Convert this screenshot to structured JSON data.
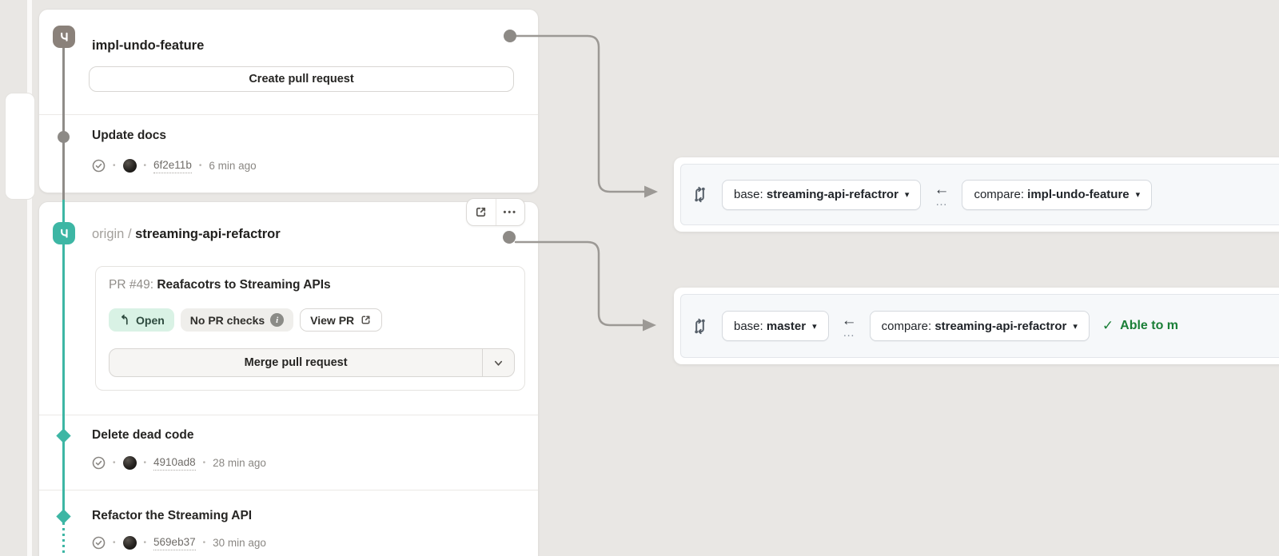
{
  "branch1": {
    "title": "impl-undo-feature",
    "create_pr": "Create pull request",
    "commit": {
      "title": "Update docs",
      "hash": "6f2e11b",
      "time": "6 min ago"
    }
  },
  "branch2": {
    "remote": "origin",
    "slash": " / ",
    "title": "streaming-api-refactror",
    "pr": {
      "label": "PR #49: ",
      "title": "Reafacotrs to Streaming APIs",
      "open_badge": "Open",
      "checks_badge": "No PR checks",
      "view_pr": "View PR",
      "merge": "Merge pull request"
    },
    "commits": [
      {
        "title": "Delete dead code",
        "hash": "4910ad8",
        "time": "28 min ago"
      },
      {
        "title": "Refactor the Streaming API",
        "hash": "569eb37",
        "time": "30 min ago"
      }
    ]
  },
  "bars": [
    {
      "base_label": "base: ",
      "base_value": "streaming-api-refactror",
      "compare_label": "compare: ",
      "compare_value": "impl-undo-feature",
      "arrow": "←",
      "dots": "…"
    },
    {
      "base_label": "base: ",
      "base_value": "master",
      "compare_label": "compare: ",
      "compare_value": "streaming-api-refactror",
      "arrow": "←",
      "dots": "…",
      "status_check": "✓",
      "status": "Able to m"
    }
  ],
  "glyphs": {
    "separator": "•",
    "menu": "•••",
    "caret": "▾"
  },
  "colors": {
    "teal": "#3db6a4",
    "taupe": "#8a817a",
    "lane_gray": "#8f8c88",
    "arrow_gray": "#9c9995",
    "github_green": "#1a7f37",
    "open_badge_bg": "#d9f2e5",
    "bar_bg": "#f6f8fa",
    "canvas": "#e9e7e4"
  }
}
